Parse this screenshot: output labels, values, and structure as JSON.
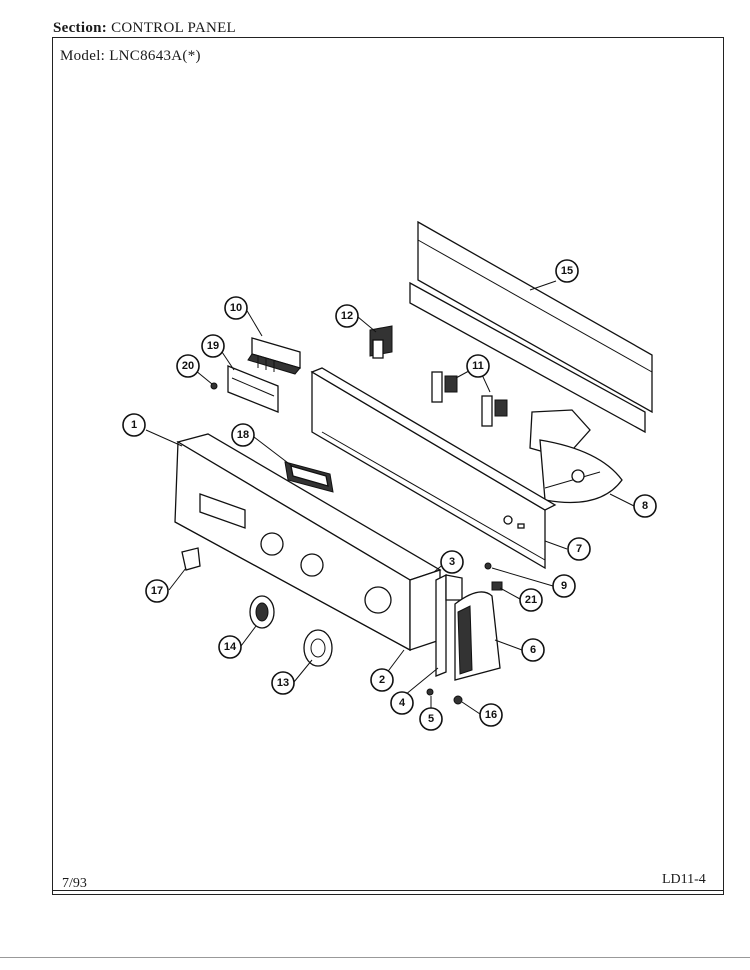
{
  "header": {
    "section_label": "Section:",
    "section_value": "CONTROL PANEL",
    "model_label": "Model:",
    "model_value": "LNC8643A(*)"
  },
  "footer": {
    "date": "7/93",
    "page_code": "LD11-4"
  },
  "diagram": {
    "callouts": [
      "1",
      "2",
      "3",
      "4",
      "5",
      "6",
      "7",
      "8",
      "9",
      "10",
      "11",
      "12",
      "13",
      "14",
      "15",
      "16",
      "17",
      "18",
      "19",
      "20",
      "21"
    ]
  }
}
